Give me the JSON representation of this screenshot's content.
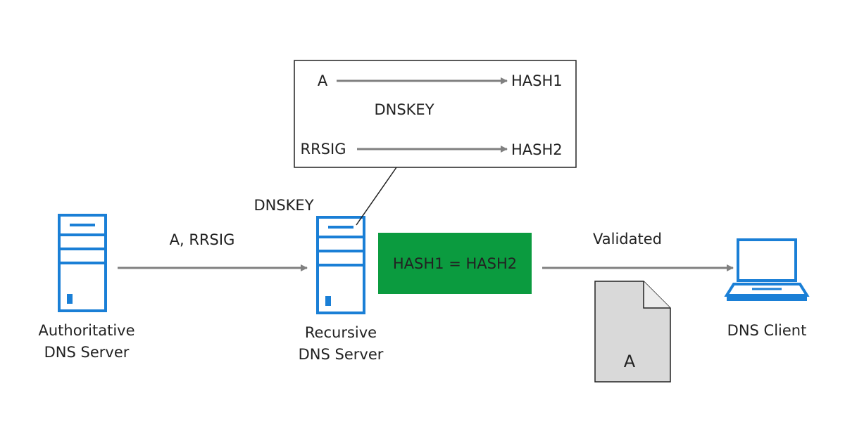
{
  "colors": {
    "server_blue": "#1a7fd6",
    "arrow_gray": "#808080",
    "hash_box_green": "#0b9b3f",
    "document_fill": "#d9d9d9",
    "text": "#222222"
  },
  "authoritative_server": {
    "icon": "server-icon",
    "label_line1": "Authoritative",
    "label_line2": "DNS Server"
  },
  "recursive_server": {
    "icon": "server-icon",
    "label_line1": "Recursive",
    "label_line2": "DNS Server",
    "key_label": "DNSKEY"
  },
  "dns_client": {
    "icon": "laptop-icon",
    "label": "DNS Client"
  },
  "query_arrow": {
    "label": "A, RRSIG"
  },
  "result_arrow": {
    "label": "Validated"
  },
  "hash_compare": {
    "text": "HASH1 = HASH2"
  },
  "validation_box": {
    "row1_source": "A",
    "row1_target": "HASH1",
    "middle_label": "DNSKEY",
    "row2_source": "RRSIG",
    "row2_target": "HASH2"
  },
  "document": {
    "icon": "document-icon",
    "label": "A"
  }
}
